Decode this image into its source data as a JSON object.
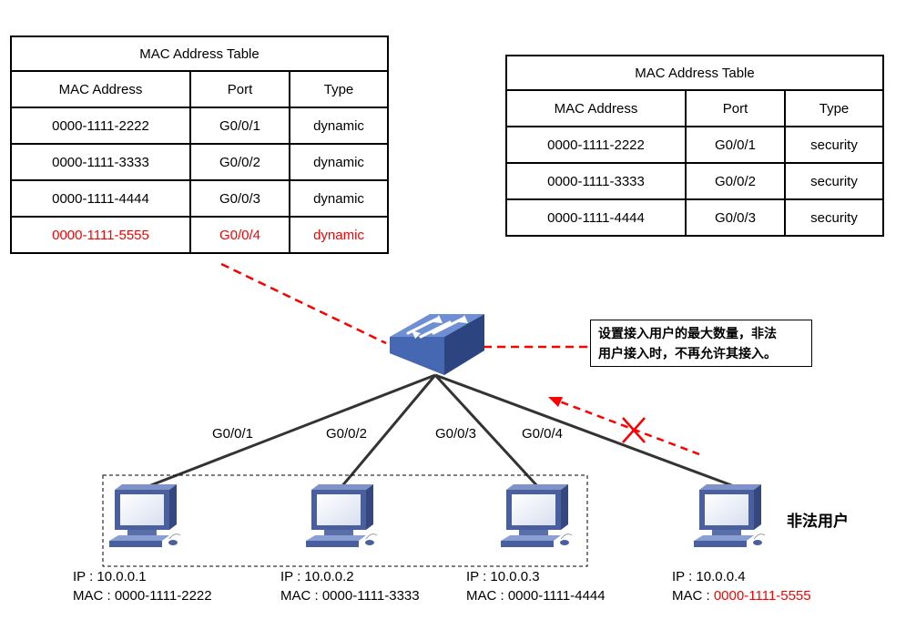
{
  "left_table": {
    "caption": "MAC Address Table",
    "headers": [
      "MAC Address",
      "Port",
      "Type"
    ],
    "rows": [
      {
        "mac": "0000-1111-2222",
        "port": "G0/0/1",
        "type": "dynamic",
        "highlight": false
      },
      {
        "mac": "0000-1111-3333",
        "port": "G0/0/2",
        "type": "dynamic",
        "highlight": false
      },
      {
        "mac": "0000-1111-4444",
        "port": "G0/0/3",
        "type": "dynamic",
        "highlight": false
      },
      {
        "mac": "0000-1111-5555",
        "port": "G0/0/4",
        "type": "dynamic",
        "highlight": true
      }
    ]
  },
  "right_table": {
    "caption": "MAC Address Table",
    "headers": [
      "MAC Address",
      "Port",
      "Type"
    ],
    "rows": [
      {
        "mac": "0000-1111-2222",
        "port": "G0/0/1",
        "type": "security"
      },
      {
        "mac": "0000-1111-3333",
        "port": "G0/0/2",
        "type": "security"
      },
      {
        "mac": "0000-1111-4444",
        "port": "G0/0/3",
        "type": "security"
      }
    ]
  },
  "ports": [
    "G0/0/1",
    "G0/0/2",
    "G0/0/3",
    "G0/0/4"
  ],
  "callout_lines": [
    "设置接入用户的最大数量，非法",
    "用户接入时，不再允许其接入。"
  ],
  "illegal_user_label": "非法用户",
  "hosts": [
    {
      "ip": "IP : 10.0.0.1",
      "mac_prefix": "MAC : ",
      "mac": "0000-1111-2222",
      "mac_red": false
    },
    {
      "ip": "IP : 10.0.0.2",
      "mac_prefix": "MAC : ",
      "mac": "0000-1111-3333",
      "mac_red": false
    },
    {
      "ip": "IP : 10.0.0.3",
      "mac_prefix": "MAC : ",
      "mac": "0000-1111-4444",
      "mac_red": false
    },
    {
      "ip": "IP : 10.0.0.4",
      "mac_prefix": "MAC : ",
      "mac": "0000-1111-5555",
      "mac_red": true
    }
  ],
  "colors": {
    "highlight": "#ff0000",
    "switch": "#3f5fa8",
    "pc": "#4a5f9e",
    "link": "#333333"
  },
  "icons": {
    "switch": "switch-icon",
    "pc": "pc-icon",
    "blocked": "x-mark-icon"
  }
}
